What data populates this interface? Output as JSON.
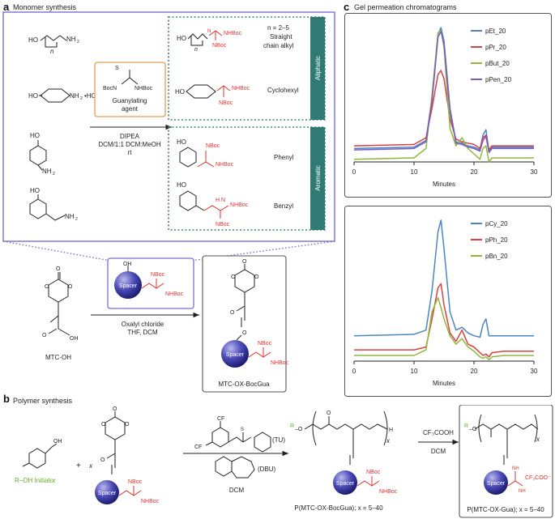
{
  "panel_a": {
    "letter": "a",
    "title": "Monomer synthesis",
    "reagents": {
      "n_label": "n",
      "hcl_label": "•HCl",
      "nh2_sub": "2",
      "guanylating_box": "Guanylating agent",
      "bocn": "BocN",
      "nhboc": "NHBoc",
      "conditions": [
        "DIPEA",
        "DCM/1:1 DCM:MeOH",
        "rt"
      ]
    },
    "products": {
      "n_range": "n = 2–5",
      "straight_chain": [
        "Straight",
        "chain alkyl"
      ],
      "cyclohexyl": "Cyclohexyl",
      "phenyl": "Phenyl",
      "benzyl": "Benzyl",
      "aliphatic_tab": "Aliphatic",
      "aromatic_tab": "Aromatic",
      "nboc": "NBoc",
      "nhboc": "NHBoc",
      "n_label": "n"
    },
    "lower": {
      "mtc_oh": "MTC-OH",
      "spacer": "Spacer",
      "oh": "OH",
      "conditions": [
        "Oxalyl chloride",
        "THF, DCM"
      ],
      "product": "MTC-OX-BocGua"
    }
  },
  "panel_b": {
    "letter": "b",
    "title": "Polymer synthesis",
    "initiator": "R–OH Initiator",
    "r_label": "R",
    "plus": "+",
    "x_label": "x",
    "catalyst_tu": "(TU)",
    "catalyst_dbu": "(DBU)",
    "solvent1": "DCM",
    "cf3": "CF",
    "polymer1": "P(MTC-OX-BocGua); x = 5–40",
    "reagent2": "CF₃COOH",
    "solvent2": "DCM",
    "polymer2": "P(MTC-OX-Gua); x = 5–40",
    "counterion": "CF₃COO⁻"
  },
  "panel_c": {
    "letter": "c",
    "title": "Gel permeation chromatograms"
  },
  "colors": {
    "frame_purple": "#7a6fcc",
    "teal": "#2f7a74",
    "dotted_green": "#3a8a5a",
    "guanyl_orange": "#e0a050",
    "red_text": "#e03030",
    "spacer_blue": "#3a3aa8",
    "initiator_green": "#6aaa2a"
  },
  "chart_data": [
    {
      "type": "line",
      "xlabel": "Minutes",
      "xlim": [
        0,
        30
      ],
      "xticks": [
        0,
        10,
        20,
        30
      ],
      "legend_position": "top-right",
      "series": [
        {
          "name": "pEt_20",
          "color": "#4a86c4",
          "x": [
            0,
            10,
            12,
            13,
            14,
            14.5,
            15,
            16,
            17,
            18,
            19,
            20,
            21,
            21.5,
            22,
            22.5,
            23,
            25,
            30
          ],
          "y": [
            0.1,
            0.11,
            0.16,
            0.48,
            0.95,
            1.0,
            0.9,
            0.4,
            0.15,
            0.14,
            0.12,
            0.11,
            0.09,
            0.2,
            0.24,
            0.08,
            0.11,
            0.11,
            0.11
          ]
        },
        {
          "name": "pPr_20",
          "color": "#d94040",
          "x": [
            0,
            10,
            12,
            13,
            14,
            14.5,
            15,
            16,
            17,
            18,
            19,
            20,
            21,
            21.5,
            22,
            22.5,
            23,
            25,
            30
          ],
          "y": [
            0.12,
            0.13,
            0.18,
            0.4,
            0.65,
            0.68,
            0.62,
            0.32,
            0.17,
            0.15,
            0.14,
            0.13,
            0.1,
            0.18,
            0.2,
            0.09,
            0.12,
            0.12,
            0.12
          ]
        },
        {
          "name": "pBut_20",
          "color": "#8fb83a",
          "x": [
            0,
            10,
            12,
            13,
            14,
            14.5,
            15,
            16,
            17,
            18,
            19,
            20,
            21,
            21.5,
            22,
            22.5,
            23,
            25,
            30
          ],
          "y": [
            0.02,
            0.03,
            0.1,
            0.5,
            0.96,
            0.98,
            0.85,
            0.25,
            0.12,
            0.18,
            0.1,
            0.06,
            0.02,
            0.1,
            0.12,
            0.0,
            0.03,
            0.03,
            0.03
          ]
        },
        {
          "name": "pPen_20",
          "color": "#7a5cc0",
          "x": [
            0,
            10,
            12,
            13,
            14,
            14.5,
            15,
            16,
            17,
            18,
            19,
            20,
            21,
            21.5,
            22,
            22.5,
            23,
            25,
            30
          ],
          "y": [
            0.09,
            0.1,
            0.15,
            0.45,
            0.93,
            0.97,
            0.88,
            0.38,
            0.14,
            0.13,
            0.11,
            0.1,
            0.08,
            0.16,
            0.19,
            0.07,
            0.1,
            0.1,
            0.1
          ]
        }
      ]
    },
    {
      "type": "line",
      "xlabel": "Minutes",
      "xlim": [
        0,
        30
      ],
      "xticks": [
        0,
        10,
        20,
        30
      ],
      "legend_position": "top-right",
      "series": [
        {
          "name": "pCy_20",
          "color": "#4a86c4",
          "x": [
            0,
            10,
            12,
            13,
            14,
            14.5,
            15,
            16,
            17,
            18,
            19,
            20,
            21,
            21.5,
            22,
            22.5,
            23,
            25,
            30
          ],
          "y": [
            0.18,
            0.19,
            0.22,
            0.5,
            0.92,
            1.0,
            0.8,
            0.35,
            0.22,
            0.24,
            0.2,
            0.18,
            0.17,
            0.26,
            0.3,
            0.18,
            0.18,
            0.18,
            0.18
          ]
        },
        {
          "name": "pPh_20",
          "color": "#d94040",
          "x": [
            0,
            10,
            12,
            13,
            14,
            14.5,
            15,
            16,
            17,
            18,
            19,
            20,
            21,
            21.5,
            22,
            22.5,
            23,
            25,
            30
          ],
          "y": [
            0.08,
            0.08,
            0.1,
            0.3,
            0.52,
            0.55,
            0.4,
            0.2,
            0.14,
            0.22,
            0.12,
            0.1,
            0.06,
            0.04,
            0.05,
            0.03,
            0.06,
            0.07,
            0.07
          ]
        },
        {
          "name": "pBn_20",
          "color": "#8fb83a",
          "x": [
            0,
            10,
            12,
            13,
            14,
            14.5,
            15,
            16,
            17,
            18,
            19,
            20,
            21,
            21.5,
            22,
            22.5,
            23,
            25,
            30
          ],
          "y": [
            0.04,
            0.04,
            0.08,
            0.35,
            0.45,
            0.38,
            0.3,
            0.18,
            0.12,
            0.16,
            0.1,
            0.07,
            0.03,
            0.02,
            0.03,
            0.01,
            0.03,
            0.04,
            0.04
          ]
        }
      ]
    }
  ]
}
